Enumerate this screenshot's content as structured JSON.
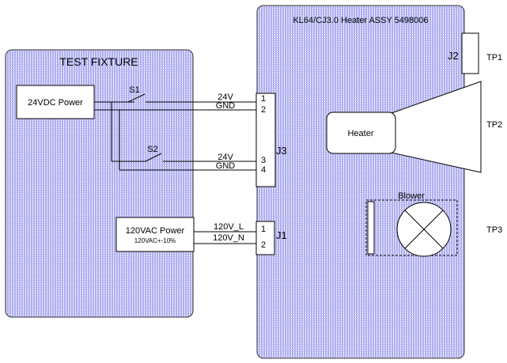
{
  "fixture": {
    "title": "TEST FIXTURE",
    "dc_power_label": "24VDC Power",
    "ac_power_label": "120VAC Power",
    "ac_power_sublabel": "120VAC+-10%",
    "switch_1": "S1",
    "switch_2": "S2"
  },
  "assembly": {
    "title": "KL64/CJ3.0 Heater ASSY 5498006",
    "heater_label": "Heater",
    "blower_label": "Blower"
  },
  "connectors": {
    "j1": {
      "name": "J1",
      "pins": [
        "1",
        "2"
      ]
    },
    "j2": {
      "name": "J2"
    },
    "j3": {
      "name": "J3",
      "pins": [
        "1",
        "2",
        "3",
        "4"
      ]
    }
  },
  "wires": {
    "w1": "24V",
    "w2": "GND",
    "w3": "24V",
    "w4": "GND",
    "w5": "120V_L",
    "w6": "120V_N"
  },
  "test_points": [
    "TP1",
    "TP2",
    "TP3"
  ],
  "colors": {
    "panel_grid": "#a9a9f0",
    "panel_bg": "#ffffff",
    "line": "#000000"
  }
}
